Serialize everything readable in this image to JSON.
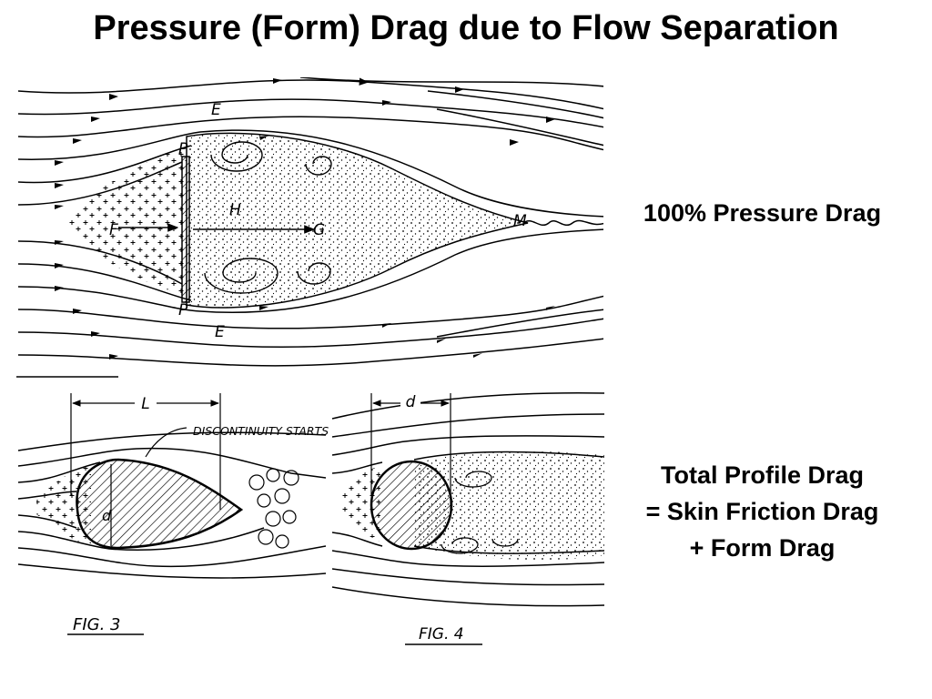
{
  "title": "Pressure (Form) Drag due to Flow Separation",
  "captions": {
    "plate": "100% Pressure Drag",
    "profile": [
      "Total Profile Drag",
      "= Skin Friction Drag",
      "+ Form Drag"
    ]
  },
  "figure_labels": {
    "top": {
      "p_top": "P",
      "p_bottom": "P",
      "e_top": "E",
      "e_bottom": "E",
      "f": "F",
      "h": "H",
      "g": "G",
      "m": "M"
    },
    "fig3": {
      "dimension": "L",
      "callout": "DISCONTINUITY STARTS",
      "inner": "d",
      "name": "FIG. 3"
    },
    "fig4": {
      "dimension": "d",
      "name": "FIG. 4"
    }
  },
  "colors": {
    "ink": "#000000",
    "paper": "#ffffff"
  }
}
